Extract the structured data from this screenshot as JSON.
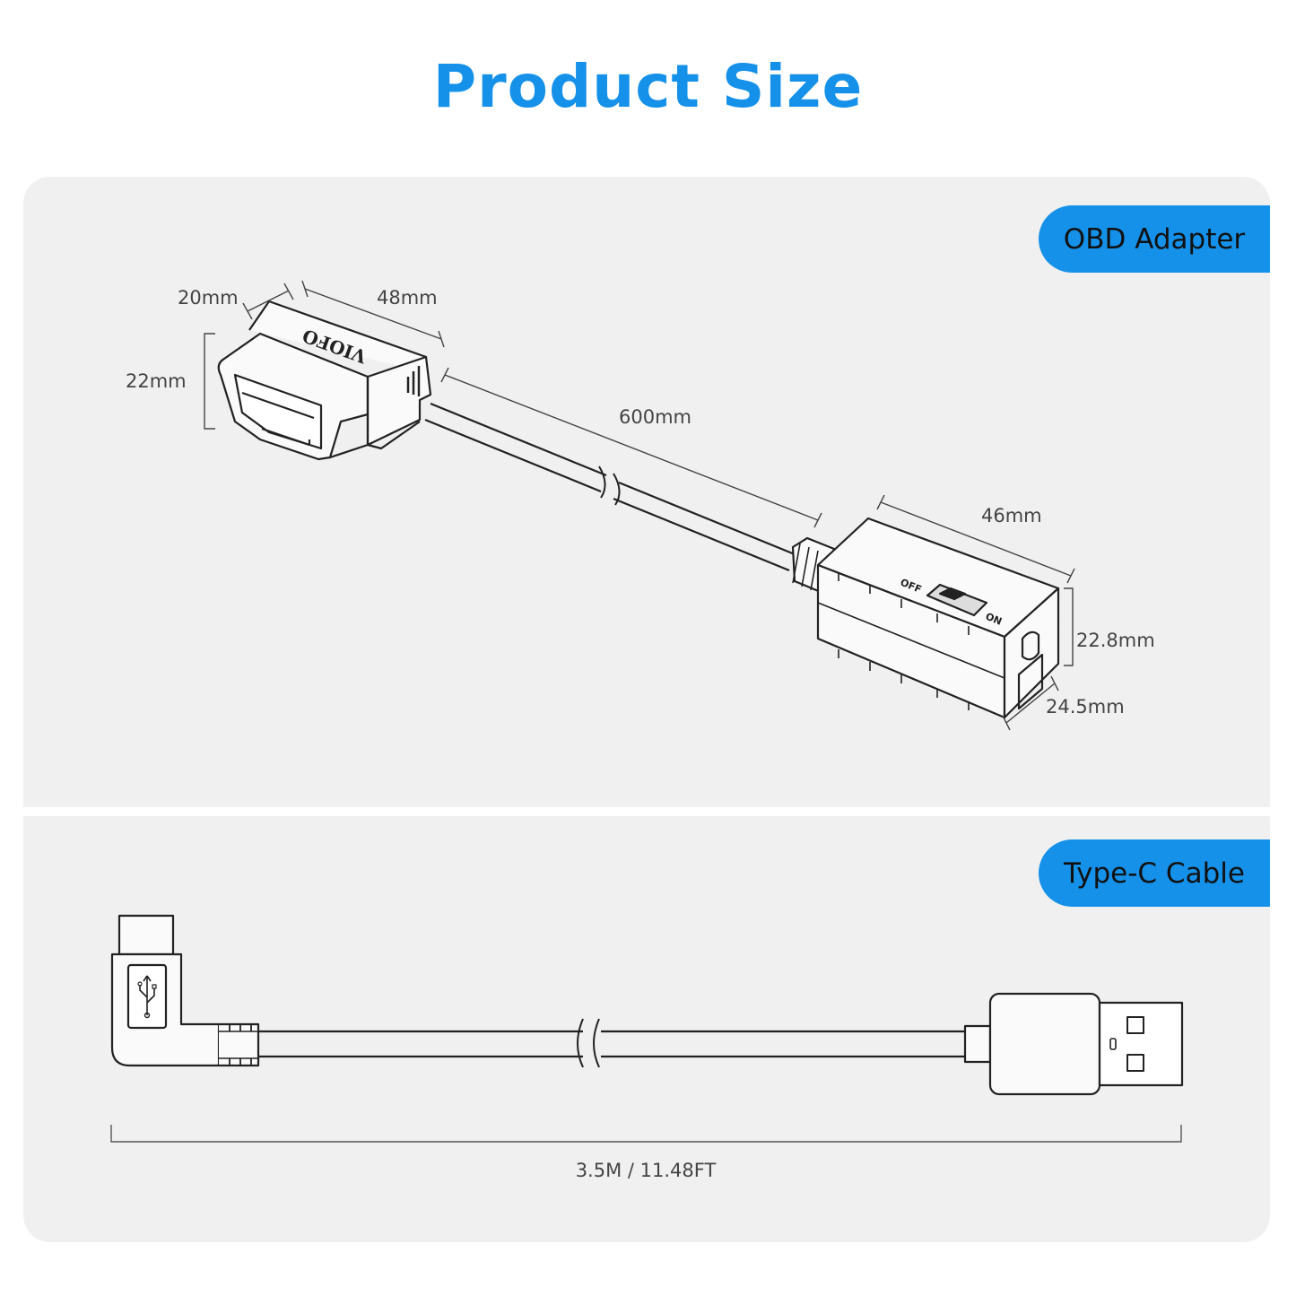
{
  "title": "Product Size",
  "obd_section": {
    "label": "OBD Adapter",
    "dims": {
      "connector_depth": "20mm",
      "connector_width": "48mm",
      "connector_height": "22mm",
      "cable_length": "600mm",
      "box_width": "46mm",
      "box_height": "22.8mm",
      "box_depth": "24.5mm"
    },
    "brand_text": "VIOFO",
    "switch_off": "OFF",
    "switch_on": "ON"
  },
  "typec_section": {
    "label": "Type-C Cable",
    "length": "3.5M / 11.48FT"
  },
  "colors": {
    "accent": "#1591ea",
    "panel": "#f0f0f0",
    "line": "#222222"
  }
}
